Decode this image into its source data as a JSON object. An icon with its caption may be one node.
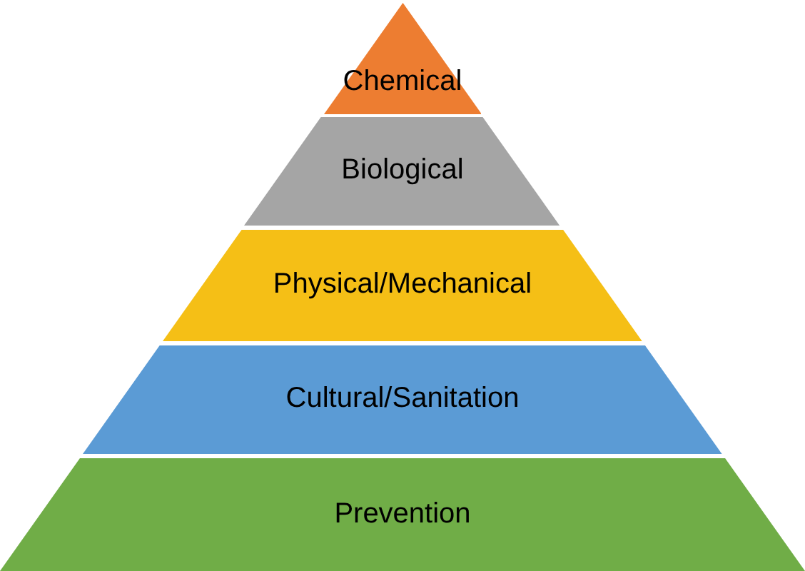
{
  "diagram": {
    "nodes": [
      {
        "text": [
          "Chemical"
        ]
      },
      {
        "text": [
          "Biological"
        ]
      },
      {
        "text": [
          "Physical/Mechanical"
        ]
      },
      {
        "text": [
          "Cultural/Sanitation"
        ]
      },
      {
        "text": [
          "Prevention"
        ]
      }
    ]
  }
}
